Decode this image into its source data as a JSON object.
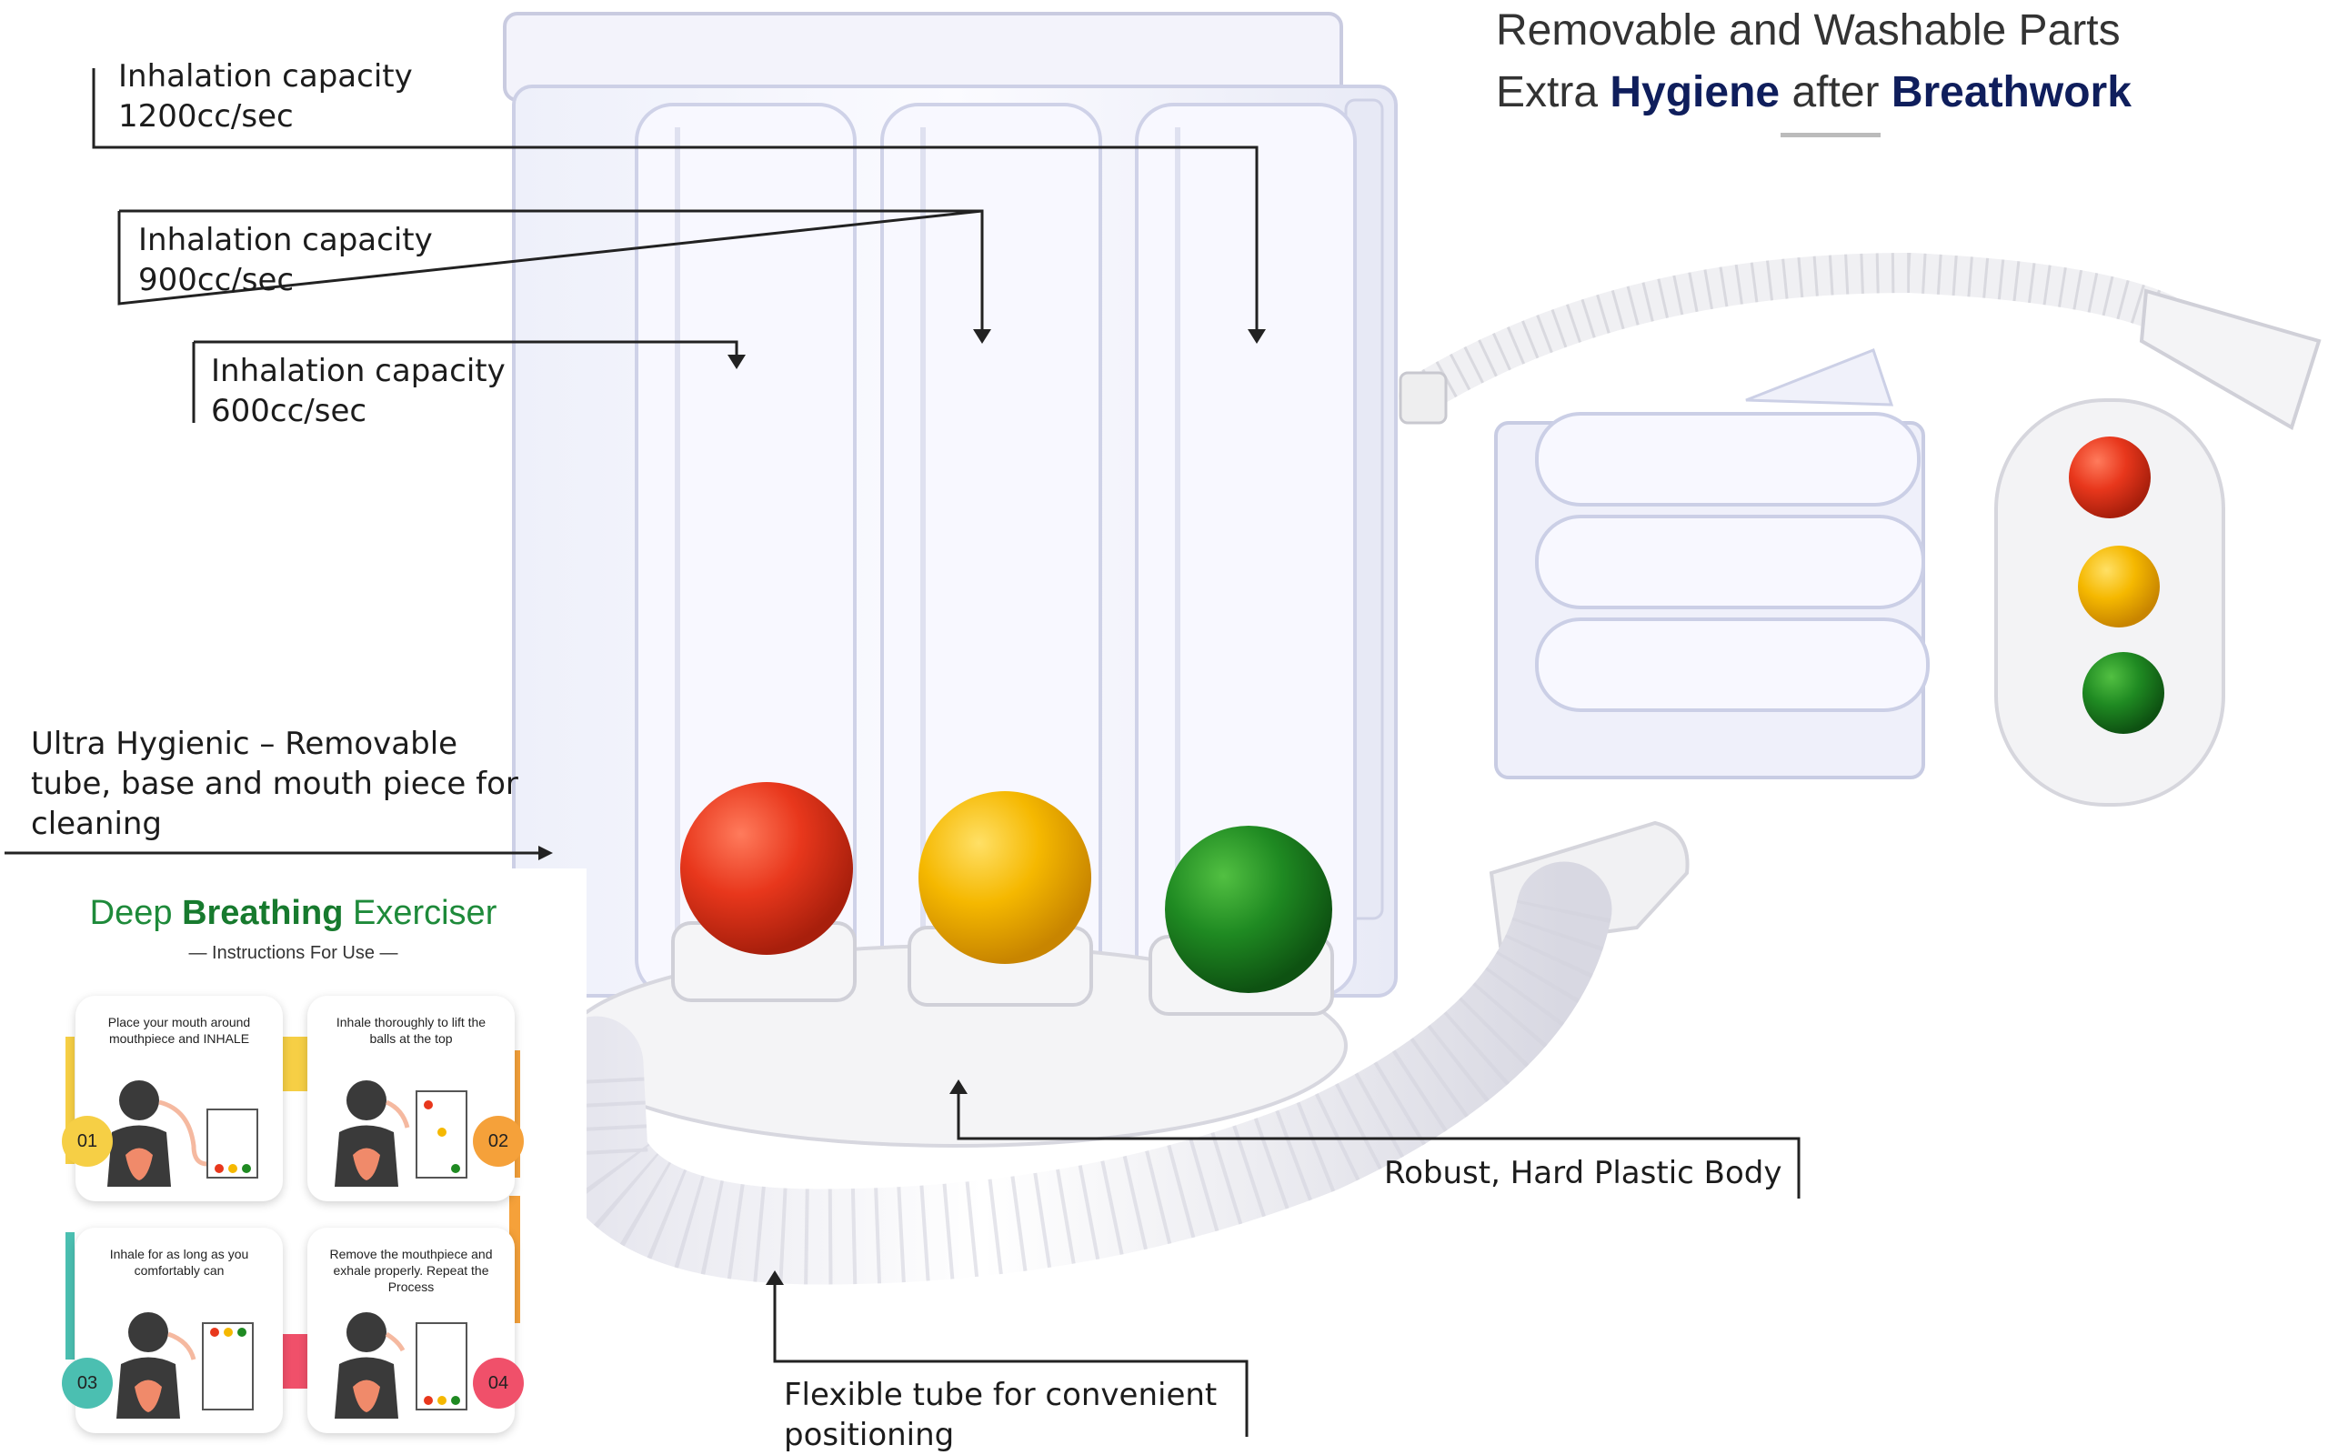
{
  "headline": {
    "line1": "Removable and Washable Parts",
    "line2_prefix": "Extra ",
    "line2_bold1": "Hygiene",
    "line2_mid": " after ",
    "line2_bold2": "Breathwork"
  },
  "callouts": {
    "cap1200": "Inhalation capacity\n1200cc/sec",
    "cap900": "Inhalation capacity\n900cc/sec",
    "cap600": "Inhalation capacity\n600cc/sec",
    "hygienic": "Ultra Hygienic – Removable\ntube, base and mouth piece for\ncleaning",
    "body": "Robust, Hard Plastic Body",
    "tube": "Flexible tube for convenient\n positioning"
  },
  "card": {
    "title_pre": "Deep ",
    "title_bold": "Breathing",
    "title_post": " Exerciser",
    "subtitle": "— Instructions For Use —",
    "steps": [
      {
        "num": "01",
        "text": "Place your mouth around mouthpiece and INHALE"
      },
      {
        "num": "02",
        "text": "Inhale thoroughly to lift the balls at the top"
      },
      {
        "num": "03",
        "text": "Inhale for as long as you comfortably can"
      },
      {
        "num": "04",
        "text": "Remove the mouthpiece and exhale properly. Repeat the Process"
      }
    ]
  },
  "colors": {
    "ball_red": "#e8371c",
    "ball_yellow": "#f5b800",
    "ball_green": "#1f8a22",
    "badge_yellow": "#f6cf45",
    "badge_orange": "#f5a13a",
    "badge_teal": "#4bbfb1",
    "badge_pink": "#f0506a"
  }
}
